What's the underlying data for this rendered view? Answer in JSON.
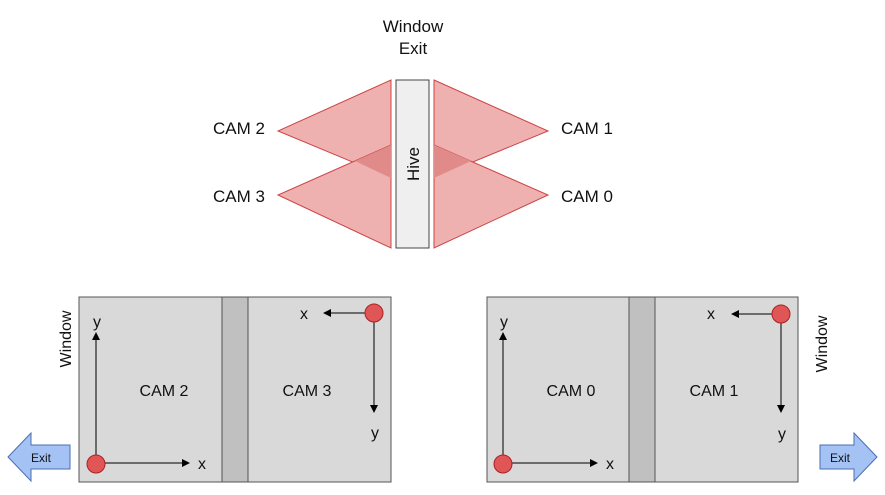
{
  "top": {
    "window_exit_line1": "Window",
    "window_exit_line2": "Exit",
    "hive_label": "Hive",
    "cam_labels": {
      "cam2": "CAM 2",
      "cam3": "CAM 3",
      "cam1": "CAM 1",
      "cam0": "CAM 0"
    }
  },
  "left_panel": {
    "window_label": "Window",
    "cam_left": "CAM 2",
    "cam_right": "CAM 3",
    "axis_left_y": "y",
    "axis_left_x": "x",
    "axis_right_x": "x",
    "axis_right_y": "y",
    "exit_label": "Exit"
  },
  "right_panel": {
    "window_label": "Window",
    "cam_left": "CAM 0",
    "cam_right": "CAM 1",
    "axis_left_y": "y",
    "axis_left_x": "x",
    "axis_right_x": "x",
    "axis_right_y": "y",
    "exit_label": "Exit"
  },
  "colors": {
    "fov_fill": "#efb0b0",
    "fov_overlap": "#e08a8a",
    "fov_stroke": "#cc4444",
    "panel_fill": "#d9d9d9",
    "divider_fill": "#c0c0c0",
    "origin_dot": "#e05555",
    "exit_arrow": "#a4c2f4"
  }
}
